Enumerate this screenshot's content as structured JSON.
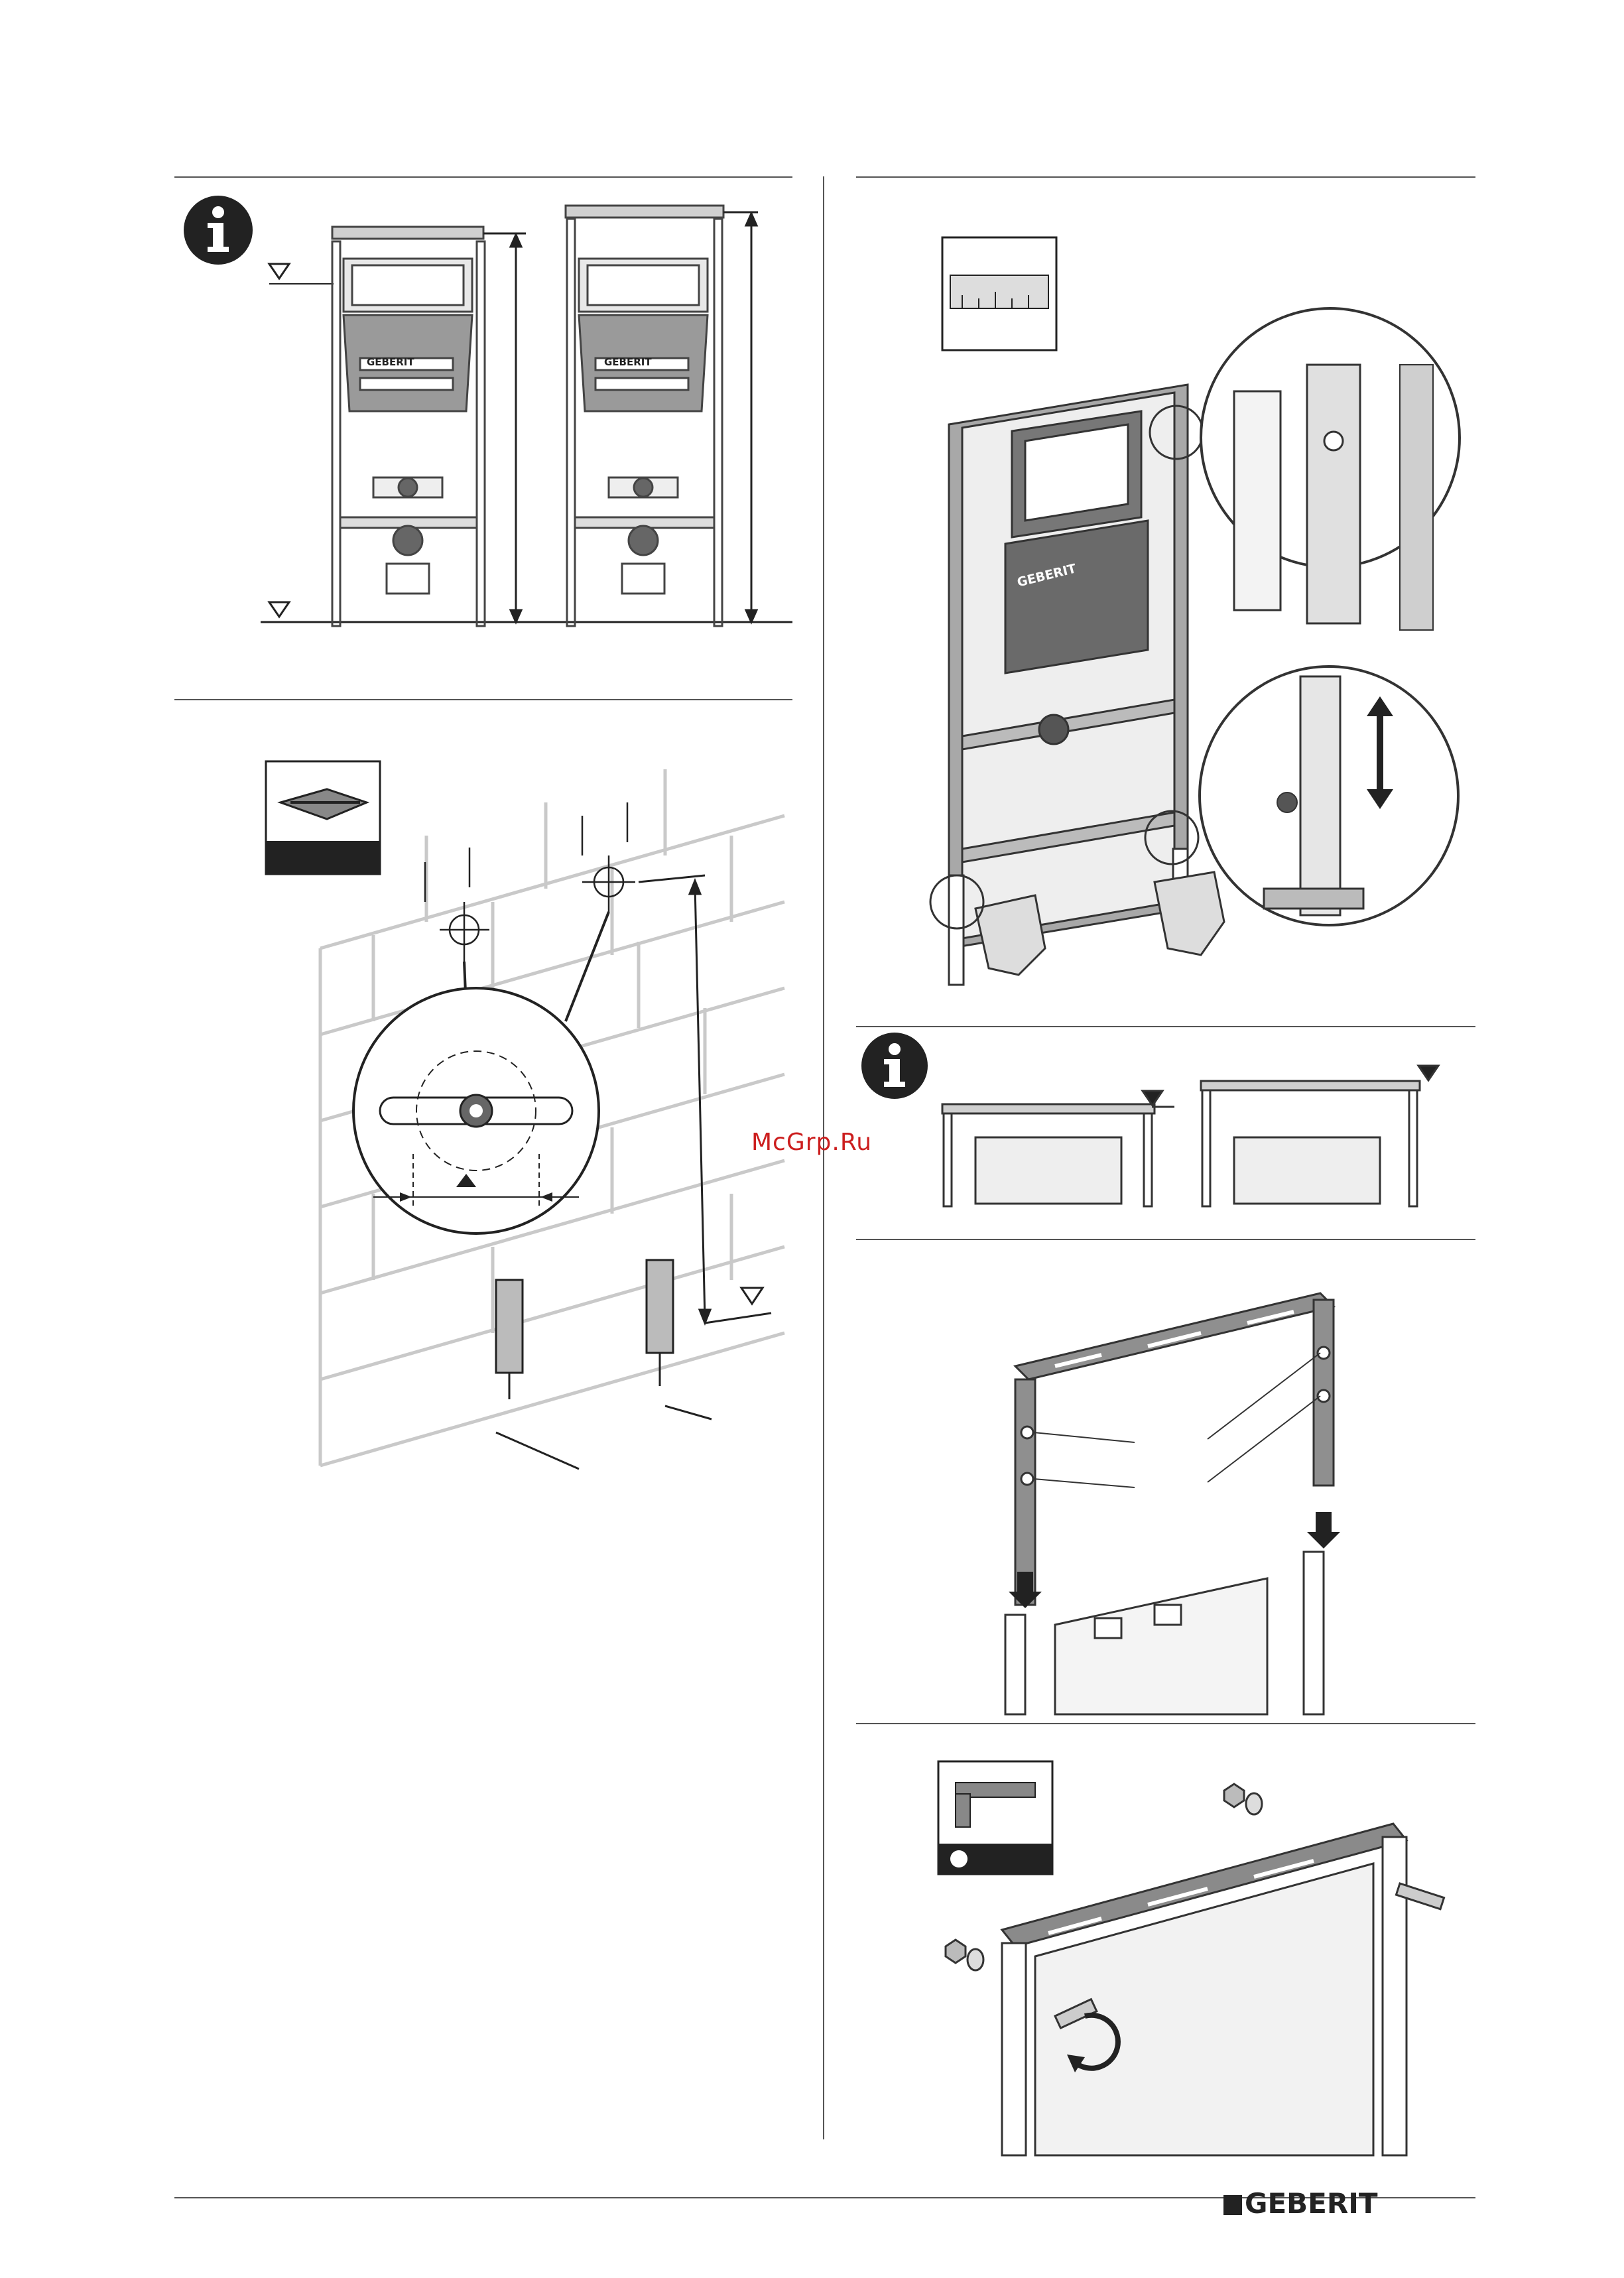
{
  "watermark": "McGrp.Ru",
  "brand": {
    "name": "GEBERIT"
  },
  "product_label": "GEBERIT",
  "icons": {
    "info": "info-icon",
    "drill": "drill-bit-icon",
    "ruler": "ruler-icon",
    "wrench": "socket-wrench-icon",
    "level": "level-triangle-icon"
  },
  "colors": {
    "ink": "#222222",
    "frame_gray": "#8a8a8a",
    "dark_gray": "#555555",
    "wall": "#c9c9c9"
  }
}
